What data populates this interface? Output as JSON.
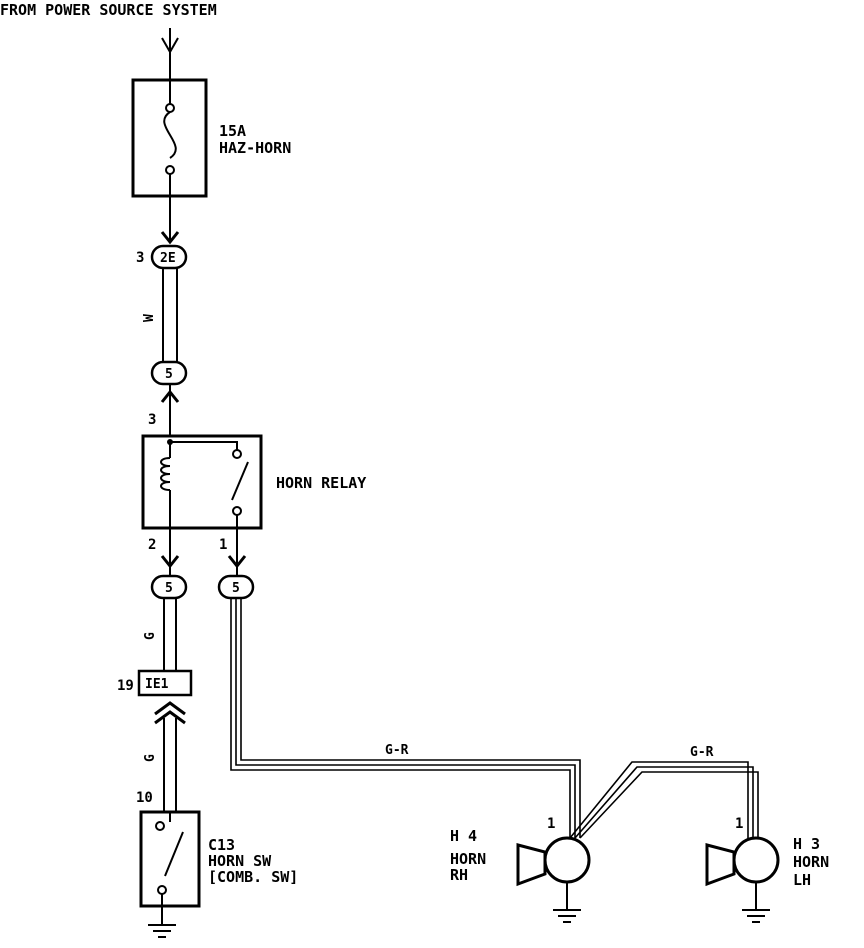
{
  "header": {
    "source_label": "FROM POWER SOURCE SYSTEM"
  },
  "fuse": {
    "rating": "15A",
    "name": "HAZ-HORN"
  },
  "connectors": {
    "top": {
      "pin": "3",
      "code": "2E"
    },
    "relay_in": {
      "code": "5"
    },
    "relay_out_left": {
      "code": "5"
    },
    "relay_out_right": {
      "code": "5"
    },
    "ie1": {
      "pin": "19",
      "code": "IE1"
    }
  },
  "relay": {
    "name": "HORN RELAY",
    "pin_top": "3",
    "pin_coil": "2",
    "pin_switch": "1"
  },
  "wires": {
    "fuse_to_relay": "W",
    "relay_to_ie1": "G",
    "ie1_to_switch": "G",
    "to_rh": "G-R",
    "to_lh": "G-R"
  },
  "horn_switch": {
    "pin": "10",
    "code": "C13",
    "name": "HORN SW",
    "sub": "[COMB. SW]"
  },
  "horn_rh": {
    "code": "H 4",
    "name": "HORN",
    "side": "RH",
    "pin": "1"
  },
  "horn_lh": {
    "code": "H 3",
    "name": "HORN",
    "side": "LH",
    "pin": "1"
  }
}
